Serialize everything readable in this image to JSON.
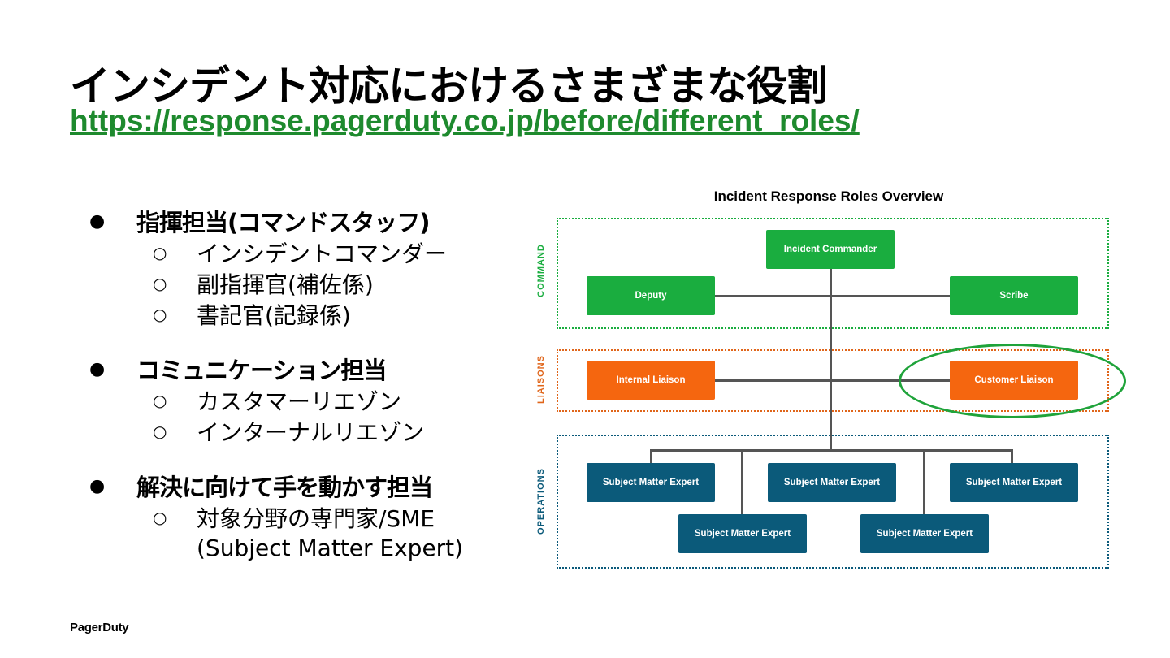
{
  "slide": {
    "title": "インシデント対応におけるさまざまな役割",
    "link": "https://response.pagerduty.co.jp/before/different_roles/",
    "footer": "PagerDuty"
  },
  "bullets": [
    {
      "heading": "指揮担当(コマンドスタッフ)",
      "items": [
        "インシデントコマンダー",
        "副指揮官(補佐係)",
        "書記官(記録係)"
      ]
    },
    {
      "heading": "コミュニケーション担当",
      "items": [
        "カスタマーリエゾン",
        "インターナルリエゾン"
      ]
    },
    {
      "heading": "解決に向けて手を動かす担当",
      "items": [
        "対象分野の専門家/SME"
      ],
      "continuation": "(Subject Matter Expert)"
    }
  ],
  "bullet_symbols": {
    "level1": "●",
    "level2": "○"
  },
  "diagram": {
    "title": "Incident Response Roles Overview",
    "sections": {
      "command": "COMMAND",
      "liaisons": "LIAISONS",
      "operations": "OPERATIONS"
    },
    "nodes": {
      "incident_commander": "Incident Commander",
      "deputy": "Deputy",
      "scribe": "Scribe",
      "internal_liaison": "Internal Liaison",
      "customer_liaison": "Customer Liaison",
      "sme": "Subject Matter Expert"
    },
    "colors": {
      "command": "#1aad3f",
      "liaisons": "#f5660f",
      "operations": "#0b5a7a",
      "highlight": "#1fa33a",
      "link": "#1e8a2e"
    }
  }
}
